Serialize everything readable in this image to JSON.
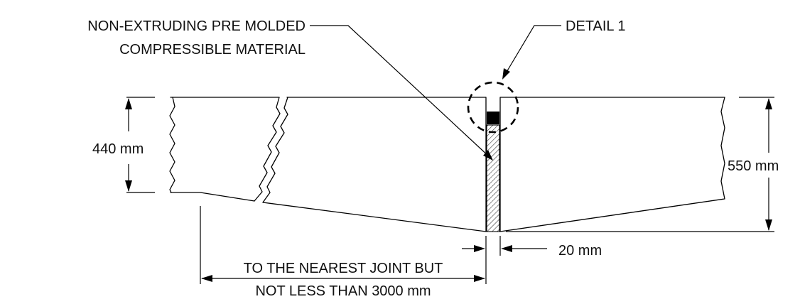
{
  "labels": {
    "filler_line1": "NON-EXTRUDING PRE MOLDED",
    "filler_line2": "COMPRESSIBLE MATERIAL",
    "detail": "DETAIL 1",
    "depth_left": "440 mm",
    "depth_right": "550 mm",
    "joint_width": "20 mm",
    "distance_line1": "TO THE NEAREST JOINT BUT",
    "distance_line2": "NOT LESS THAN 3000 mm"
  },
  "colors": {
    "ink": "#000000",
    "background": "#ffffff"
  }
}
